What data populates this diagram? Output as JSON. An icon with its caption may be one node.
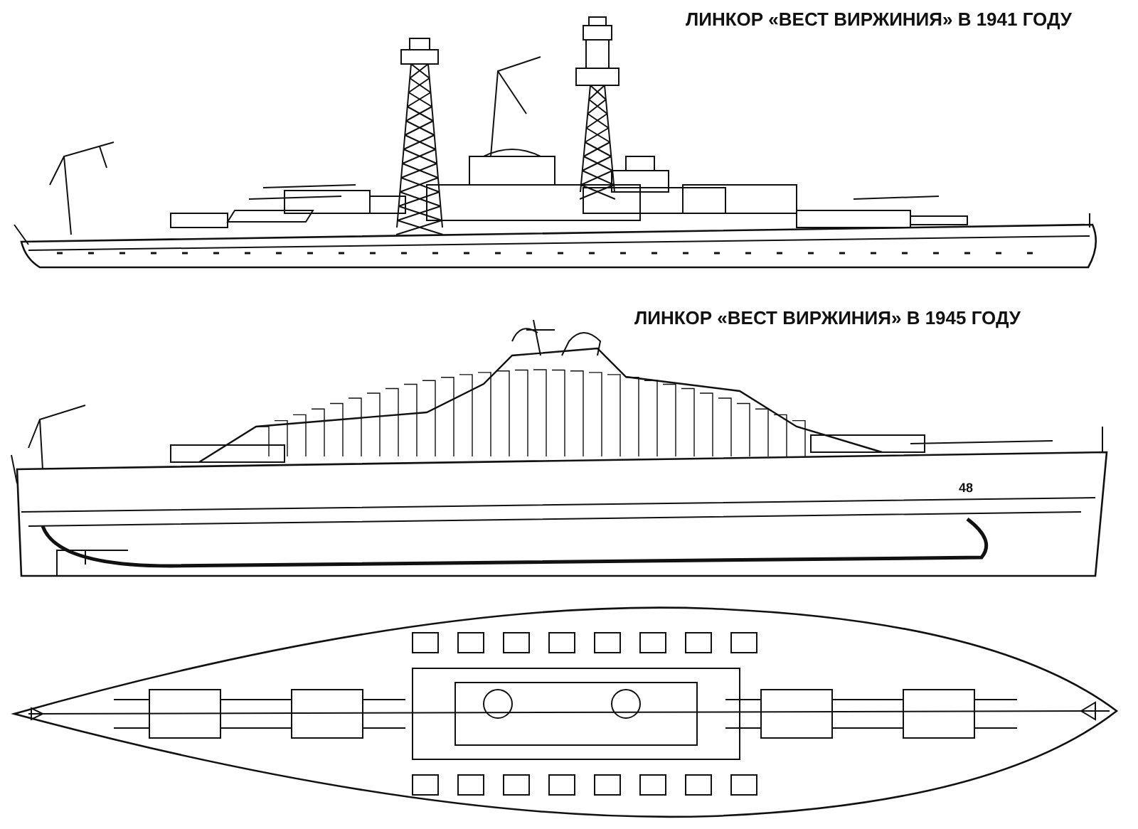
{
  "diagram": {
    "labels": [
      "ЛИНКОР «ВЕСТ ВИРЖИНИЯ» В 1941 ГОДУ",
      "ЛИНКОР «ВЕСТ ВИРЖИНИЯ» В 1945 ГОДУ",
      "48"
    ]
  }
}
